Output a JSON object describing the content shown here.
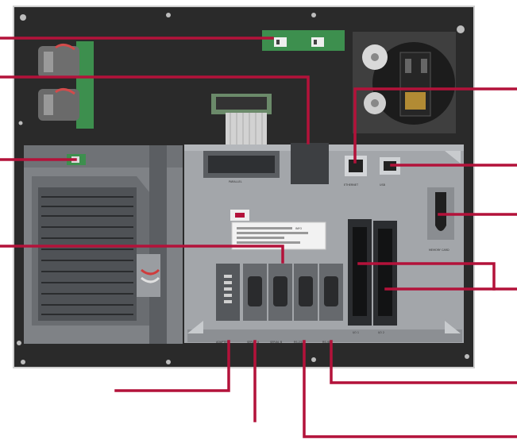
{
  "colors": {
    "plate": "#2b2b2b",
    "plate_edge": "#d8d8d8",
    "panel_gray": "#8e9196",
    "panel_light": "#a4a7ab",
    "callout_red": "#b3123a",
    "board_green": "#3d8f4e",
    "background": "#ffffff"
  },
  "device": {
    "connector_labels": {
      "parallel_port": "PARALLEL",
      "ethernet": "ETHERNET",
      "usb": "USB",
      "memory_card": "MEMORY CARD",
      "serial_a": "SERIAL A",
      "serial_b": "SERIAL B",
      "adapter": "ADAPTER",
      "rs232": "RS-232",
      "rs485": "RS-485",
      "io_1": "I/O 1",
      "io_2": "I/O 2",
      "sticker": "INFO"
    }
  },
  "icons": [
    "ribbon-cable-icon",
    "fan-icon",
    "power-socket-icon",
    "card-slot-icon"
  ]
}
